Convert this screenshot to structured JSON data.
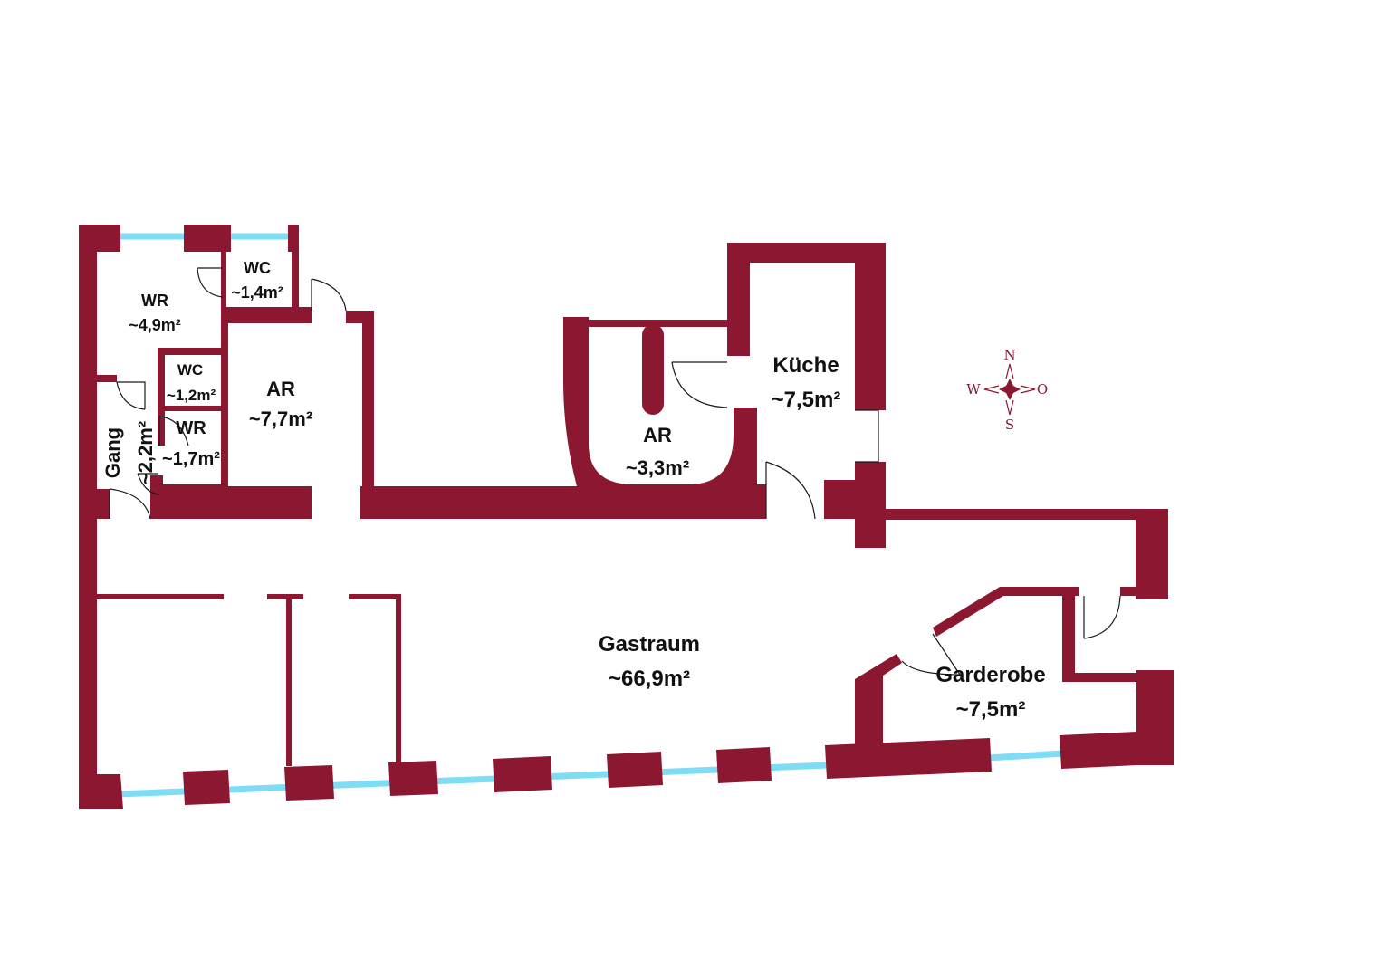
{
  "rooms": [
    {
      "key": "wr_top",
      "name": "WR",
      "area": "~4,9m²"
    },
    {
      "key": "wc_top",
      "name": "WC",
      "area": "~1,4m²"
    },
    {
      "key": "wc_mid",
      "name": "WC",
      "area": "~1,2m²"
    },
    {
      "key": "wr_mid",
      "name": "WR",
      "area": "~1,7m²"
    },
    {
      "key": "gang",
      "name": "Gang",
      "area": "~2,2m²"
    },
    {
      "key": "ar_left",
      "name": "AR",
      "area": "~7,7m²"
    },
    {
      "key": "ar_mid",
      "name": "AR",
      "area": "~3,3m²"
    },
    {
      "key": "kueche",
      "name": "Küche",
      "area": "~7,5m²"
    },
    {
      "key": "gastraum",
      "name": "Gastraum",
      "area": "~66,9m²"
    },
    {
      "key": "garderobe",
      "name": "Garderobe",
      "area": "~7,5m²"
    }
  ],
  "compass": {
    "north": "N",
    "south": "S",
    "west": "W",
    "east": "O"
  },
  "colors": {
    "wall": "#8b1731",
    "window": "#7fdcf5",
    "background": "#ffffff"
  }
}
